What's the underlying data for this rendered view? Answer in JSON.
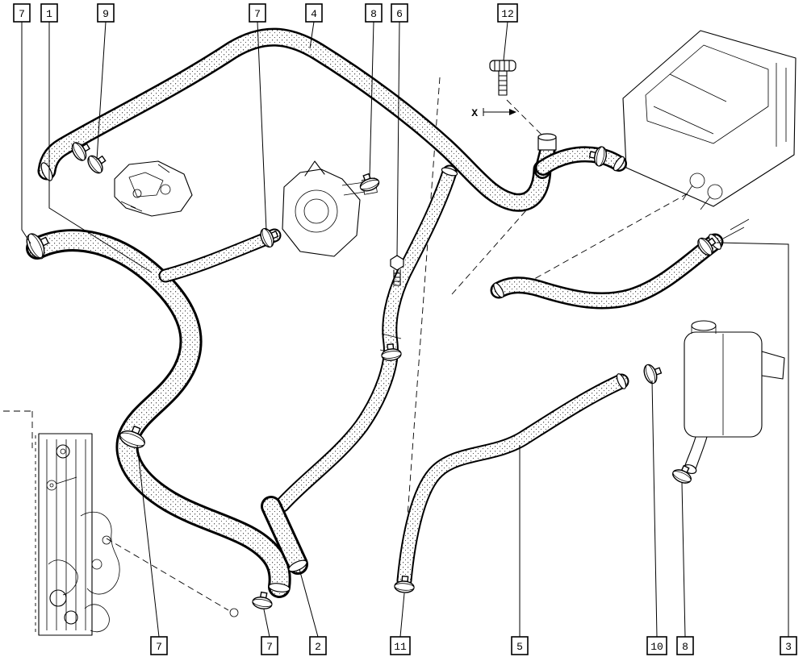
{
  "diagram": {
    "type": "exploded-parts-diagram",
    "dimension_label": "X",
    "colors": {
      "line": "#000000",
      "background": "#ffffff"
    },
    "callouts": [
      {
        "label": "7"
      },
      {
        "label": "1"
      },
      {
        "label": "9"
      },
      {
        "label": "7"
      },
      {
        "label": "4"
      },
      {
        "label": "8"
      },
      {
        "label": "6"
      },
      {
        "label": "12"
      },
      {
        "label": "7"
      },
      {
        "label": "7"
      },
      {
        "label": "2"
      },
      {
        "label": "11"
      },
      {
        "label": "5"
      },
      {
        "label": "10"
      },
      {
        "label": "8"
      },
      {
        "label": "3"
      }
    ]
  }
}
